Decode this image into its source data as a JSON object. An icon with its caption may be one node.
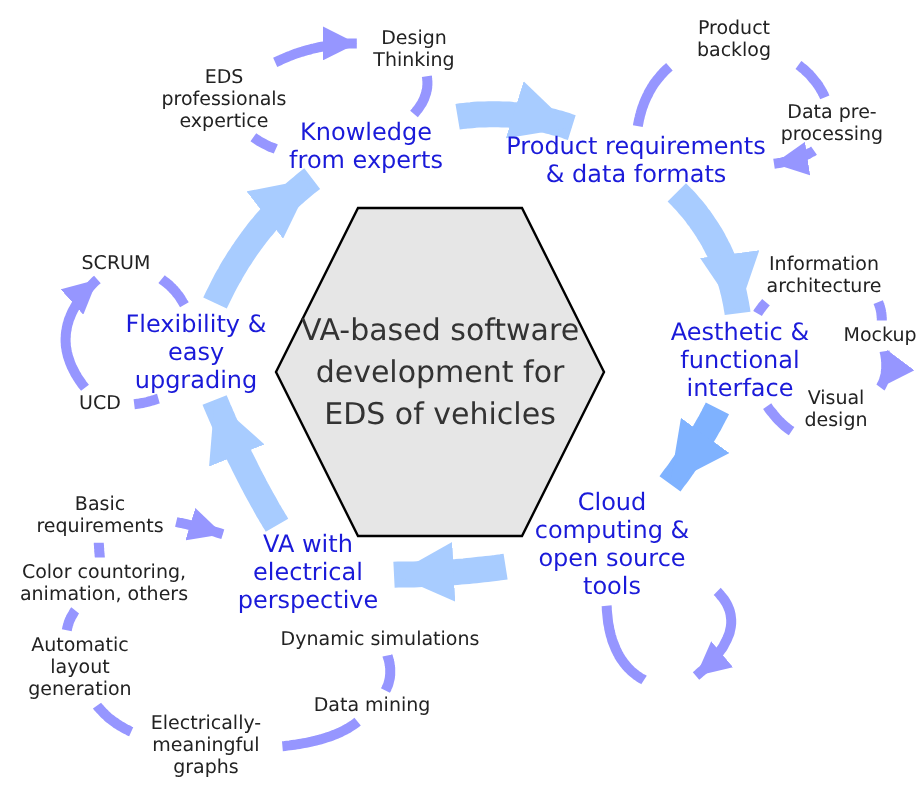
{
  "diagram": {
    "nodes": [
      {
        "text": [
          "VA-based software development for EDS of vehicles"
        ]
      },
      {
        "text": [
          "Knowledge from experts"
        ]
      },
      {
        "text": [
          "Product requirements & data formats"
        ]
      },
      {
        "text": [
          "Aesthetic & functional interface"
        ]
      },
      {
        "text": [
          "Cloud computing & open source tools"
        ]
      },
      {
        "text": [
          "VA with electrical perspective"
        ]
      },
      {
        "text": [
          "Flexibility & easy upgrading"
        ]
      },
      {
        "text": [
          "EDS professionals expertice"
        ]
      },
      {
        "text": [
          "Design Thinking"
        ]
      },
      {
        "text": [
          "Product backlog"
        ]
      },
      {
        "text": [
          "Data pre-processing"
        ]
      },
      {
        "text": [
          "Information architecture"
        ]
      },
      {
        "text": [
          "Mockup"
        ]
      },
      {
        "text": [
          "Visual design"
        ]
      },
      {
        "text": [
          "Basic requirements"
        ]
      },
      {
        "text": [
          "Color countoring, animation, others"
        ]
      },
      {
        "text": [
          "Automatic layout generation"
        ]
      },
      {
        "text": [
          "Electrically-meaningful graphs"
        ]
      },
      {
        "text": [
          "Data mining"
        ]
      },
      {
        "text": [
          "Dynamic simulations"
        ]
      },
      {
        "text": [
          "SCRUM"
        ]
      },
      {
        "text": [
          "UCD"
        ]
      }
    ],
    "edges": [
      {
        "from": 1,
        "to": 2,
        "arrow": "to",
        "style": "thick",
        "color": "#a8ccff"
      },
      {
        "from": 2,
        "to": 3,
        "arrow": "to",
        "style": "thick",
        "color": "#a8ccff"
      },
      {
        "from": 3,
        "to": 4,
        "arrow": "to",
        "style": "thick",
        "color": "#7fb2ff"
      },
      {
        "from": 4,
        "to": 5,
        "arrow": "to",
        "style": "thick",
        "color": "#a8ccff"
      },
      {
        "from": 5,
        "to": 6,
        "arrow": "to",
        "style": "thick",
        "color": "#a8ccff"
      },
      {
        "from": 6,
        "to": 1,
        "arrow": "to",
        "style": "thick",
        "color": "#a8ccff"
      },
      {
        "from": 7,
        "to": 8,
        "arrow": "to"
      },
      {
        "from": 8,
        "to": 1,
        "arrow": "none"
      },
      {
        "from": 1,
        "to": 7,
        "arrow": "none"
      },
      {
        "from": 2,
        "to": 9,
        "arrow": "none"
      },
      {
        "from": 9,
        "to": 10,
        "arrow": "none"
      },
      {
        "from": 10,
        "to": 2,
        "arrow": "to"
      },
      {
        "from": 3,
        "to": 11,
        "arrow": "none"
      },
      {
        "from": 11,
        "to": 12,
        "arrow": "none"
      },
      {
        "from": 12,
        "to": 13,
        "arrow": "to"
      },
      {
        "from": 13,
        "to": 3,
        "arrow": "none"
      },
      {
        "from": 4,
        "to": null,
        "arrow": "to"
      },
      {
        "from": null,
        "to": 4,
        "arrow": "none"
      },
      {
        "from": 14,
        "to": 5,
        "arrow": "to"
      },
      {
        "from": 15,
        "to": 14,
        "arrow": "none"
      },
      {
        "from": 16,
        "to": 15,
        "arrow": "none"
      },
      {
        "from": 17,
        "to": 16,
        "arrow": "none"
      },
      {
        "from": 18,
        "to": 17,
        "arrow": "none"
      },
      {
        "from": 19,
        "to": 18,
        "arrow": "none"
      },
      {
        "from": 6,
        "to": 20,
        "arrow": "none"
      },
      {
        "from": 21,
        "to": 20,
        "arrow": "to"
      },
      {
        "from": 6,
        "to": 21,
        "arrow": "none"
      }
    ]
  }
}
